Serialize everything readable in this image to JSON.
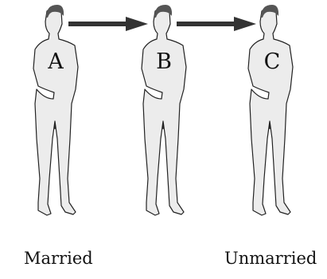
{
  "figures": [
    {
      "label": "A"
    },
    {
      "label": "B"
    },
    {
      "label": "C"
    }
  ],
  "captions": {
    "left": "Married",
    "right": "Unmarried"
  },
  "colors": {
    "skin": "#ececec",
    "outline": "#222222",
    "hair": "#555555",
    "arrow": "#333333"
  }
}
